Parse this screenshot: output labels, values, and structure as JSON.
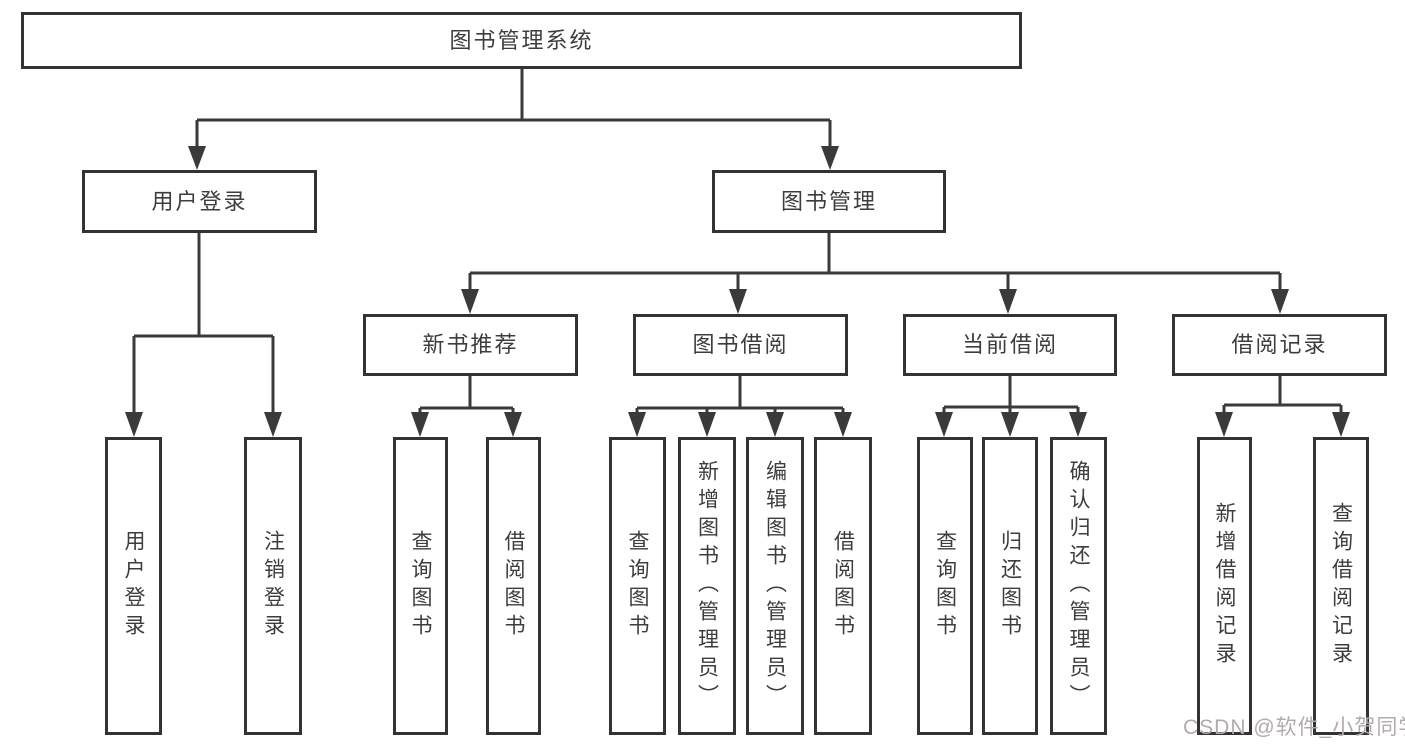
{
  "diagram": {
    "title": "图书管理系统",
    "root_label": "图书管理系统",
    "level2": [
      "用户登录",
      "图书管理"
    ],
    "login_children": [
      "用户登录",
      "注销登录"
    ],
    "level3": [
      "新书推荐",
      "图书借阅",
      "当前借阅",
      "借阅记录"
    ],
    "newbook_children": [
      "查询图书",
      "借阅图书"
    ],
    "borrow_children": [
      "查询图书",
      "新增图书（管理员）",
      "编辑图书（管理员）",
      "借阅图书"
    ],
    "current_children": [
      "查询图书",
      "归还图书",
      "确认归还（管理员）"
    ],
    "record_children": [
      "新增借阅记录",
      "查询借阅记录"
    ]
  },
  "watermark": "CSDN @软件_小贺同学",
  "colors": {
    "line": "#3a3a3a",
    "box_border": "#333333",
    "text": "#3d3d3d",
    "watermark": "#b3abab",
    "background": "#ffffff"
  }
}
